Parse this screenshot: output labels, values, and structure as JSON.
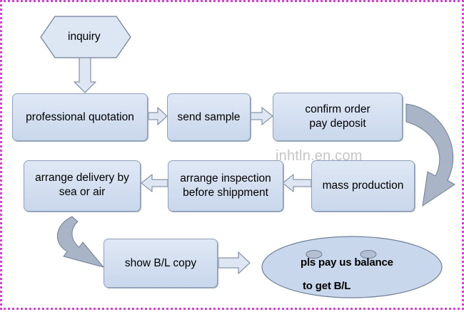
{
  "steps": {
    "inquiry": "inquiry",
    "professional_quotation": "professional quotation",
    "send_sample": "send sample",
    "confirm_order_line1": "confirm order",
    "confirm_order_line2": "pay deposit",
    "mass_production": "mass production",
    "arrange_inspection_line1": "arrange inspection",
    "arrange_inspection_line2": "before shippment",
    "arrange_delivery_line1": "arrange delivery by",
    "arrange_delivery_line2": "sea or air",
    "show_bl_copy": "show B/L copy",
    "balance_line1": "pls pay us balance",
    "balance_line2": "to get B/L"
  },
  "watermark": "jnhtln.en.com",
  "colors": {
    "box_fill": "#dfe8f5",
    "box_border": "#8fa0b8",
    "arrow_fill": "#dde6f2",
    "curved_arrow_fill": "#a9b4c6",
    "frame_border": "#d63fd6"
  }
}
